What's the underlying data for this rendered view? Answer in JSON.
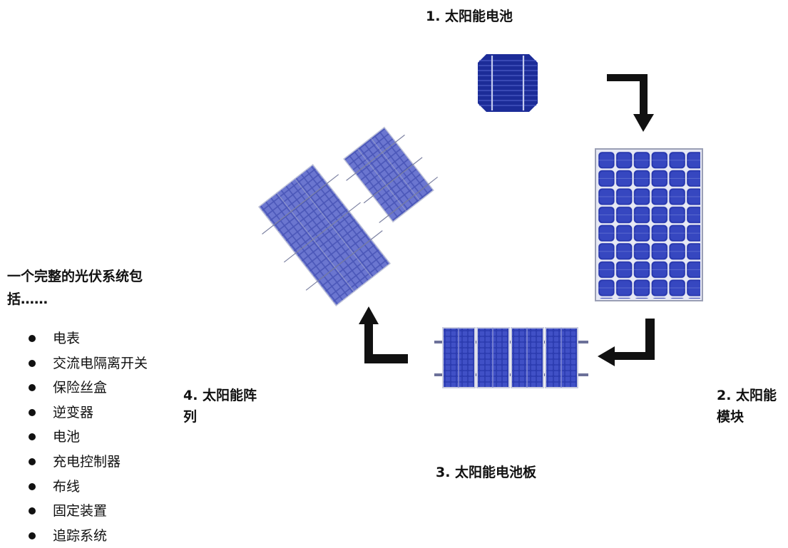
{
  "stages": {
    "cell": "1. 太阳能电池",
    "module": "2. 太阳能模块",
    "panel": "3. 太阳能电池板",
    "array": "4. 太阳能阵列"
  },
  "intro": "一个完整的光伏系统包括……",
  "components": [
    "电表",
    "交流电隔离开关",
    "保险丝盒",
    "逆变器",
    "电池",
    "充电控制器",
    "布线",
    "固定装置",
    "追踪系统"
  ],
  "colors": {
    "cell_blue": "#1d2d9a",
    "cell_light": "#4252c8",
    "arrow": "#111111",
    "frame": "#9a9fb5"
  },
  "icons": [
    "solar-cell-icon",
    "solar-module-icon",
    "solar-panel-icon",
    "solar-array-icon",
    "arrow-icon"
  ]
}
